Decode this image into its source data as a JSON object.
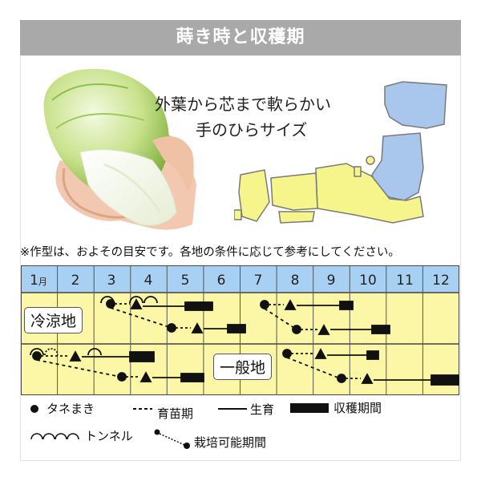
{
  "title": "蒔き時と収穫期",
  "tagline": [
    "外葉から芯まで軟らかい",
    "手のひらサイズ"
  ],
  "note": "※作型は、およその目安です。各地の条件に応じて参考にしてください。",
  "months": [
    "1",
    "2",
    "3",
    "4",
    "5",
    "6",
    "7",
    "8",
    "9",
    "10",
    "11",
    "12"
  ],
  "month_suffix": "月",
  "regions": {
    "cool": "冷涼地",
    "general": "一般地"
  },
  "legend": {
    "sowing": "タネまき",
    "seedling": "育苗期",
    "growing": "生育",
    "harvest": "収穫期間",
    "tunnel": "トンネル",
    "possible": "栽培可能期間"
  },
  "colors": {
    "title_bar": "#a9a9a9",
    "header_band": "#a8d0f2",
    "chart_body": "#fbf7a6",
    "map_japan": "#a9c6ec",
    "map_region": "#f6f58c",
    "ink": "#111111"
  },
  "icons": [
    "cabbage-photo",
    "japan-map",
    "sowing-dot-icon",
    "seedling-dash-icon",
    "growing-line-icon",
    "harvest-bar-icon",
    "tunnel-arc-icon",
    "possible-period-icon"
  ]
}
